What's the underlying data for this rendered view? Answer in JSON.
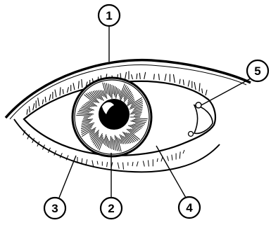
{
  "callouts": [
    {
      "id": "c1",
      "label": "1"
    },
    {
      "id": "c2",
      "label": "2"
    },
    {
      "id": "c3",
      "label": "3"
    },
    {
      "id": "c4",
      "label": "4"
    },
    {
      "id": "c5",
      "label": "5"
    }
  ],
  "colors": {
    "ink": "#000000",
    "paper": "#ffffff"
  }
}
